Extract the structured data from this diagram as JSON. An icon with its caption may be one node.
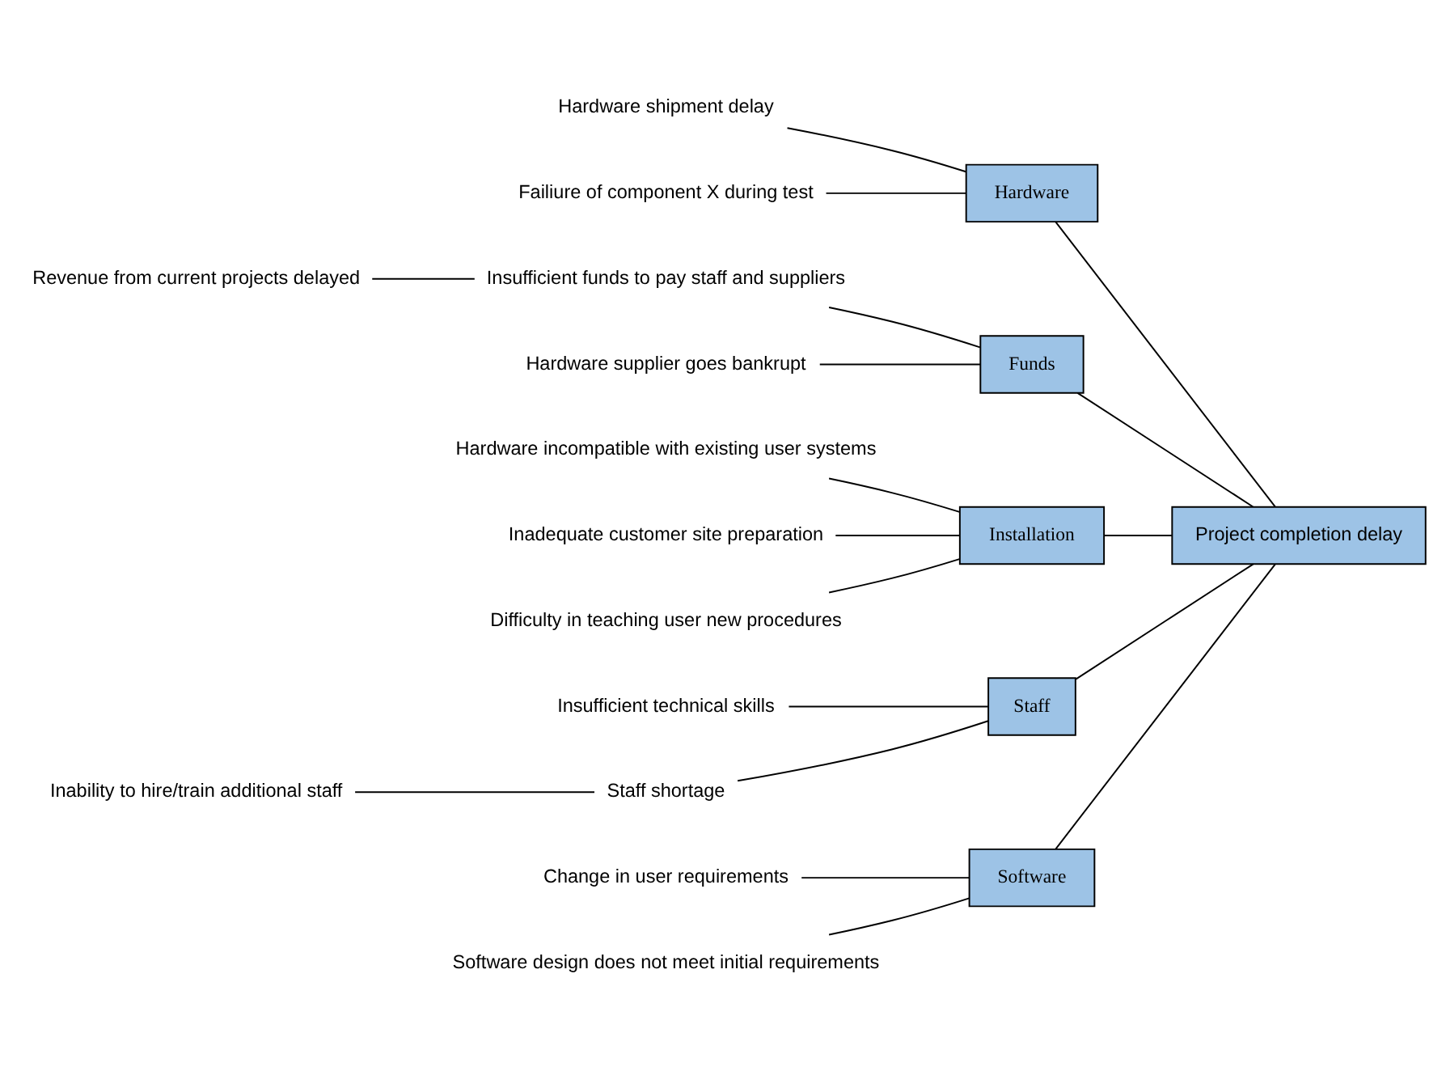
{
  "diagram": {
    "nodes": [
      {
        "text": [
          "Software"
        ]
      },
      {
        "text": [
          "Hardware"
        ]
      },
      {
        "text": [
          "Funds"
        ]
      },
      {
        "text": [
          "Project completion delay"
        ]
      },
      {
        "text": [
          "Change in user requirements"
        ]
      },
      {
        "text": [
          "Software design does not meet initial requirements"
        ]
      },
      {
        "text": [
          "Hardware shipment delay"
        ]
      },
      {
        "text": [
          "Failiure of component X during test"
        ]
      },
      {
        "text": [
          "Revenue from current projects delayed"
        ]
      },
      {
        "text": [
          "Insufficient funds to pay staff and suppliers"
        ]
      },
      {
        "text": [
          "Hardware supplier goes bankrupt"
        ]
      },
      {
        "text": [
          "Hardware incompatible with existing user systems"
        ]
      },
      {
        "text": [
          "Insufficient technical skills"
        ]
      },
      {
        "text": [
          "Staff shortage"
        ]
      },
      {
        "text": [
          "Inability to hire/train additional staff"
        ]
      },
      {
        "text": [
          "Inadequate customer site preparation"
        ]
      },
      {
        "text": [
          "Difficulty in teaching user new procedures"
        ]
      },
      {
        "text": [
          "Installation"
        ]
      },
      {
        "text": [
          "Staff"
        ]
      }
    ],
    "edges": [
      {
        "from": 4,
        "to": 0,
        "arrow": "none"
      },
      {
        "from": 5,
        "to": 0,
        "arrow": "none"
      },
      {
        "from": 6,
        "to": 1,
        "arrow": "none"
      },
      {
        "from": 7,
        "to": 1,
        "arrow": "none"
      },
      {
        "from": 8,
        "to": 9,
        "arrow": "none"
      },
      {
        "from": 9,
        "to": 2,
        "arrow": "none"
      },
      {
        "from": 10,
        "to": 2,
        "arrow": "none"
      },
      {
        "from": 11,
        "to": 17,
        "arrow": "none"
      },
      {
        "from": 15,
        "to": 17,
        "arrow": "none"
      },
      {
        "from": 16,
        "to": 17,
        "arrow": "none"
      },
      {
        "from": 12,
        "to": 18,
        "arrow": "none"
      },
      {
        "from": 14,
        "to": 13,
        "arrow": "none"
      },
      {
        "from": 13,
        "to": 18,
        "arrow": "none"
      },
      {
        "from": 0,
        "to": 3,
        "arrow": "none"
      },
      {
        "from": 1,
        "to": 3,
        "arrow": "none"
      },
      {
        "from": 2,
        "to": 3,
        "arrow": "none"
      },
      {
        "from": 17,
        "to": 3,
        "arrow": "none"
      },
      {
        "from": 18,
        "to": 3,
        "arrow": "none"
      }
    ]
  }
}
